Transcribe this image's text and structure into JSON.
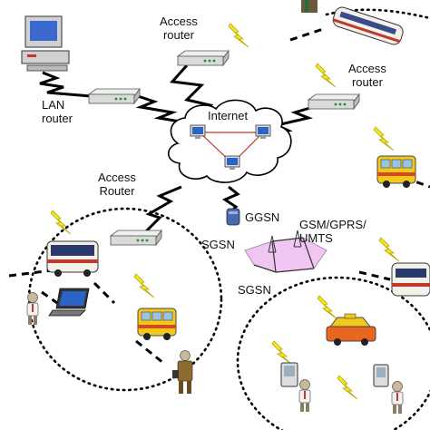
{
  "labels": {
    "access_router_top": "Access\nrouter",
    "access_router_right": "Access\nrouter",
    "lan_router": "LAN\nrouter",
    "internet": "Internet",
    "access_router_left": "Access\nRouter",
    "ggsn": "GGSN",
    "sgsn_left": "SGSN",
    "sgsn_bottom": "SGSN",
    "gsm_gprs_umts": "GSM/GPRS/\nUMTS"
  },
  "icons": [
    "desktop-computer-icon",
    "router-icon",
    "cloud-icon",
    "gsn-node-icon",
    "bus-icon",
    "train-icon",
    "taxi-icon",
    "laptop-icon",
    "person-icon",
    "pda-icon",
    "lightning-bolt-icon"
  ],
  "colors": {
    "link": "#000000",
    "bolt": "#f5e61e",
    "cloud": "#ffffff",
    "gprs_network": "#f2c6f2",
    "router": "#d8dbd8"
  }
}
